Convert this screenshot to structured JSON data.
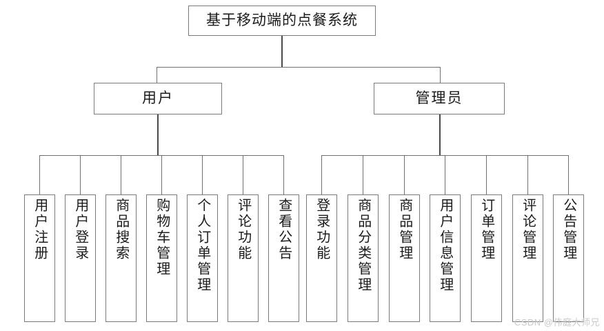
{
  "diagram": {
    "type": "tree-hierarchy",
    "title": "基于移动端的点餐系统",
    "root": {
      "label": "基于移动端的点餐系统"
    },
    "branches": [
      {
        "id": "user",
        "label": "用户",
        "leaves": [
          {
            "label": "用户注册"
          },
          {
            "label": "用户登录"
          },
          {
            "label": "商品搜索"
          },
          {
            "label": "购物车管理"
          },
          {
            "label": "个人订单管理"
          },
          {
            "label": "评论功能"
          },
          {
            "label": "查看公告"
          }
        ]
      },
      {
        "id": "admin",
        "label": "管理员",
        "leaves": [
          {
            "label": "登录功能"
          },
          {
            "label": "商品分类管理"
          },
          {
            "label": "商品管理"
          },
          {
            "label": "用户信息管理"
          },
          {
            "label": "订单管理"
          },
          {
            "label": "评论管理"
          },
          {
            "label": "公告管理"
          }
        ]
      }
    ],
    "colors": {
      "box_border": "#7b7b7b",
      "connector": "#6f6f6f",
      "stem": "#4a4a4a",
      "text": "#1b1b1b",
      "background": "#ffffff",
      "watermark": "#c9c9c9"
    }
  },
  "watermark": {
    "text": "CSDN @伟庭大师兄"
  }
}
